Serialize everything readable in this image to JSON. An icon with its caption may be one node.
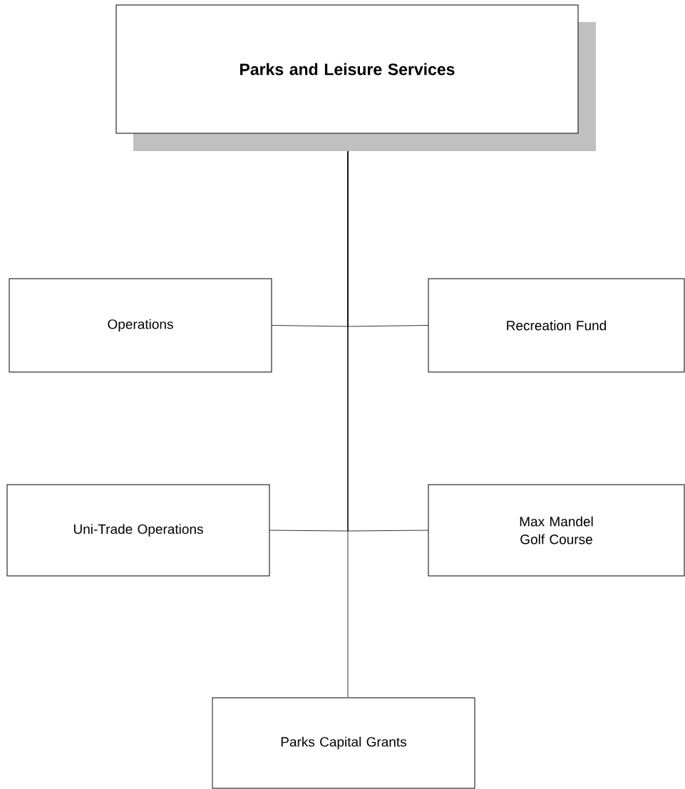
{
  "diagram": {
    "nodes": [
      {
        "text": [
          "Parks and Leisure Services"
        ]
      },
      {
        "text": [
          "Operations"
        ]
      },
      {
        "text": [
          "Recreation Fund"
        ]
      },
      {
        "text": [
          "Uni-Trade Operations"
        ]
      },
      {
        "text": [
          "Max Mandel Golf Course"
        ]
      },
      {
        "text": [
          "Parks Capital Grants"
        ]
      }
    ],
    "edges": [
      {
        "from": 0,
        "to": 1,
        "arrow": "none"
      },
      {
        "from": 0,
        "to": 2,
        "arrow": "none"
      },
      {
        "from": 0,
        "to": 3,
        "arrow": "none"
      },
      {
        "from": 0,
        "to": 4,
        "arrow": "none"
      },
      {
        "from": 0,
        "to": 5,
        "arrow": "none"
      }
    ]
  }
}
